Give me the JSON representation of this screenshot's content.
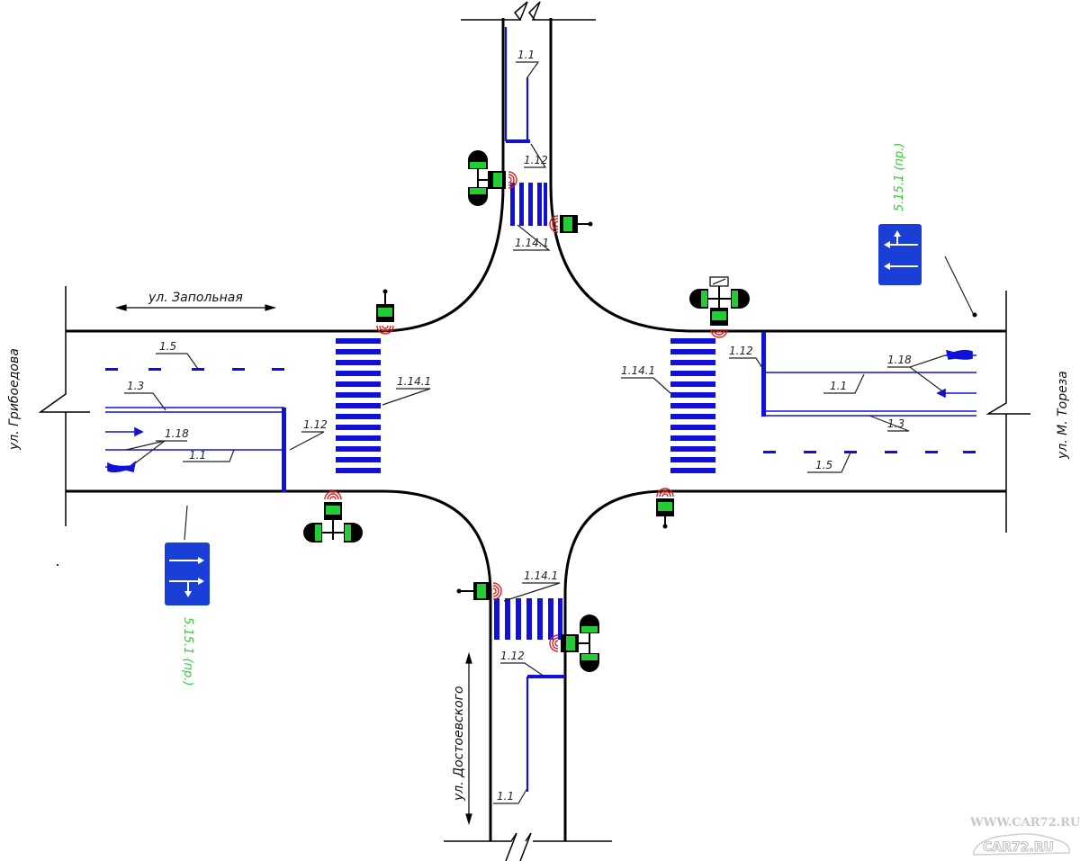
{
  "streets": {
    "north_west_label": "ул. Запольная",
    "west_label": "ул. Грибоедова",
    "east_label": "ул. М. Тореза",
    "south_label": "ул. Достоевского"
  },
  "markings": {
    "m_1_1": "1.1",
    "m_1_3": "1.3",
    "m_1_5": "1.5",
    "m_1_12": "1.12",
    "m_1_14_1": "1.14.1",
    "m_1_18": "1.18"
  },
  "signs": {
    "lane_sign_code": "5.15.1 (пр.)"
  },
  "watermark": {
    "url": "WWW.CAR72.RU",
    "logo": "CAR72.RU"
  },
  "colors": {
    "road_edge": "#000000",
    "marking": "#1010d8",
    "signal_housing": "#000000",
    "signal_lens": "#22cc33",
    "detector": "#dd2222",
    "sign_bg": "#1a3fd6",
    "sign_code_text": "#33cc33"
  }
}
